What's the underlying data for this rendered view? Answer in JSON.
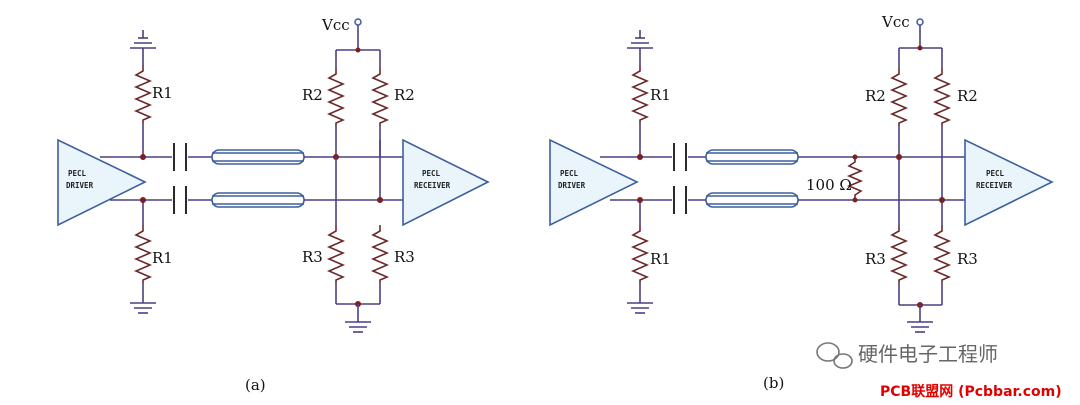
{
  "labels": {
    "vcc": "Vcc",
    "r1": "R1",
    "r2": "R2",
    "r3": "R3",
    "driver_line1": "PECL",
    "driver_line2": "DRIVER",
    "receiver_line1": "PECL",
    "receiver_line2": "RECEIVER",
    "term": "100 Ω",
    "caption_a": "(a)",
    "caption_b": "(b)"
  },
  "watermark": {
    "account": "硬件电子工程师",
    "site": "PCB联盟网 (Pcbbar.com)"
  }
}
